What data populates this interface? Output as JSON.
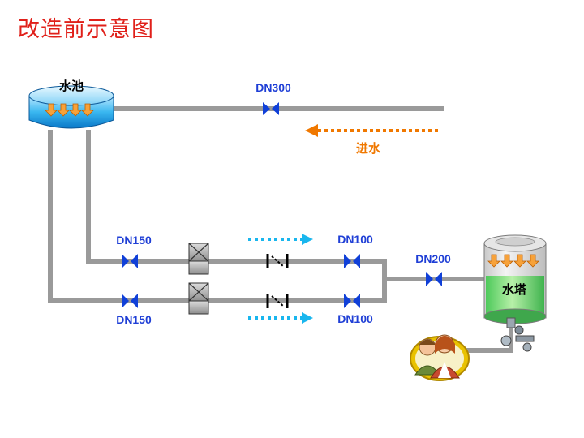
{
  "title": "改造前示意图",
  "labels": {
    "pool": "水池",
    "tower": "水塔",
    "inflow": "进水",
    "main_valve": "DN300",
    "upper_left_valve": "DN150",
    "lower_left_valve": "DN150",
    "upper_right_valve": "DN100",
    "lower_right_valve": "DN100",
    "outlet_valve": "DN200"
  },
  "colors": {
    "pipe": "#9a9a9a",
    "valve": "#1040d8",
    "inflow_arrow": "#f07800",
    "flow_arrow": "#19b6ee",
    "title": "#e0201a"
  },
  "icons": [
    "gate-valve-icon",
    "check-valve-icon",
    "pump-box-icon",
    "operators-icon",
    "float-valve-icon"
  ]
}
